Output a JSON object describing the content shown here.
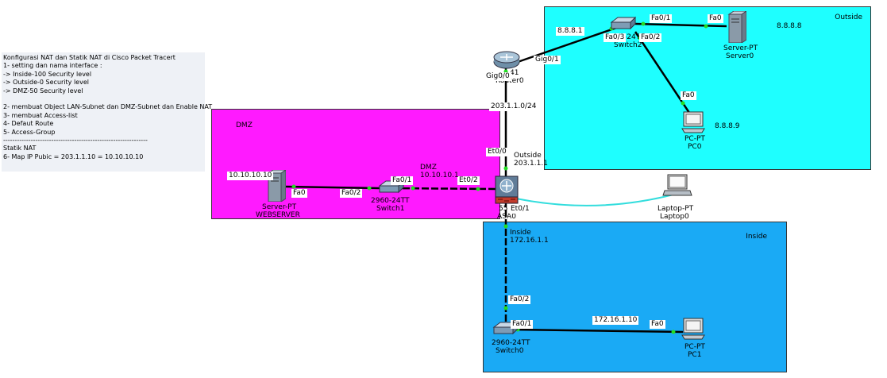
{
  "notes": {
    "lines": [
      "Konfigurasi NAT dan Statik NAT di Cisco Packet Tracert",
      "1- setting dan nama interface :",
      "-> Inside-100 Security level",
      "-> Outside-0 Security level",
      "-> DMZ-50 Security level",
      "",
      "2- membuat Object LAN-Subnet dan DMZ-Subnet dan Enable NAT",
      "3- membuat Access-list",
      "4- Defaut Route",
      "5- Access-Group",
      "---------------------------------------------------------------",
      "Statik NAT",
      "6- Map IP Pubic = 203.1.1.10 = 10.10.10.10"
    ]
  },
  "zones": {
    "outside": {
      "label": "Outside",
      "color": "#1effff"
    },
    "dmz": {
      "label": "DMZ",
      "color": "#ff1aff"
    },
    "inside": {
      "label": "Inside",
      "color": "#1aaaf5"
    }
  },
  "devices": {
    "router0": {
      "name_partial": "41",
      "name": "Router0",
      "icon": "router-icon"
    },
    "switch2": {
      "type_partial": "-24T",
      "name": "Switch2",
      "icon": "switch-icon"
    },
    "server0": {
      "type": "Server-PT",
      "name": "Server0",
      "icon": "server-icon"
    },
    "pc0": {
      "type": "PC-PT",
      "name": "PC0",
      "icon": "pc-icon"
    },
    "webserver": {
      "type": "Server-PT",
      "name": "WEBSERVER",
      "icon": "server-icon"
    },
    "switch1": {
      "type": "2960-24TT",
      "name": "Switch1",
      "icon": "switch-icon"
    },
    "asa0": {
      "type_partial": "55",
      "name": "ASA0",
      "icon": "firewall-icon"
    },
    "laptop0": {
      "type": "Laptop-PT",
      "name": "Laptop0",
      "icon": "laptop-icon"
    },
    "switch0": {
      "type": "2960-24TT",
      "name": "Switch0",
      "icon": "switch-icon"
    },
    "pc1": {
      "type": "PC-PT",
      "name": "PC1",
      "icon": "pc-icon"
    }
  },
  "ports": {
    "router_gig00": "Gig0/0",
    "router_gig01": "Gig0/1",
    "sw2_fa03": "Fa0/3",
    "sw2_fa01": "Fa0/1",
    "sw2_fa02": "Fa0/2",
    "server0_fa0": "Fa0",
    "pc0_fa0": "Fa0",
    "web_fa0": "Fa0",
    "sw1_fa02": "Fa0/2",
    "sw1_fa01": "Fa0/1",
    "asa_et02": "Et0/2",
    "asa_et00": "Et0/0",
    "asa_et01": "Et0/1",
    "sw0_fa02": "Fa0/2",
    "sw0_fa01": "Fa0/1",
    "pc1_fa0": "Fa0"
  },
  "addresses": {
    "router_outside": "8.8.8.1",
    "server0": "8.8.8.8",
    "pc0": "8.8.8.9",
    "router_asa_link": "203.1.1.0/24",
    "asa_outside_name": "Outside",
    "asa_outside_ip": "203.1.1.1",
    "asa_dmz_name": "DMZ",
    "asa_dmz_ip": "10.10.10.1",
    "webserver": "10.10.10.10",
    "asa_inside_name": "Inside",
    "asa_inside_ip": "172.16.1.1",
    "pc1": "172.16.1.10"
  },
  "colors": {
    "link": "#000000",
    "console": "#33dddd",
    "port_up": "#22dd22"
  }
}
